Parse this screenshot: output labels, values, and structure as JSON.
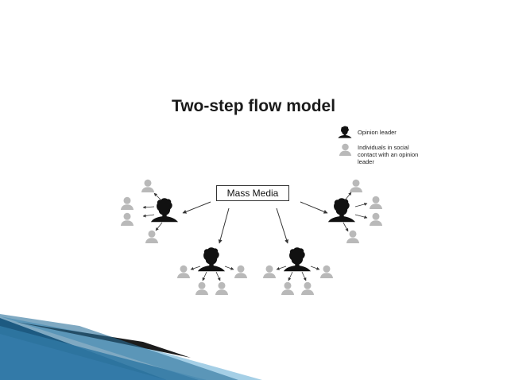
{
  "slide": {
    "title": "Two-step flow model",
    "media_label": "Mass Media",
    "legend": {
      "opinion_leader": "Opinion leader",
      "individuals": "Individuals in social contact with an opinion leader"
    }
  },
  "colors": {
    "leader": "#111111",
    "individual": "#b9b9b9",
    "arrow": "#333333",
    "accent_dark": "#0a3a5e",
    "accent_blue": "#3b86b5",
    "accent_light": "#8ec3e0"
  },
  "icons": [
    "opinion-leader-icon",
    "individual-icon",
    "arrow-icon"
  ]
}
